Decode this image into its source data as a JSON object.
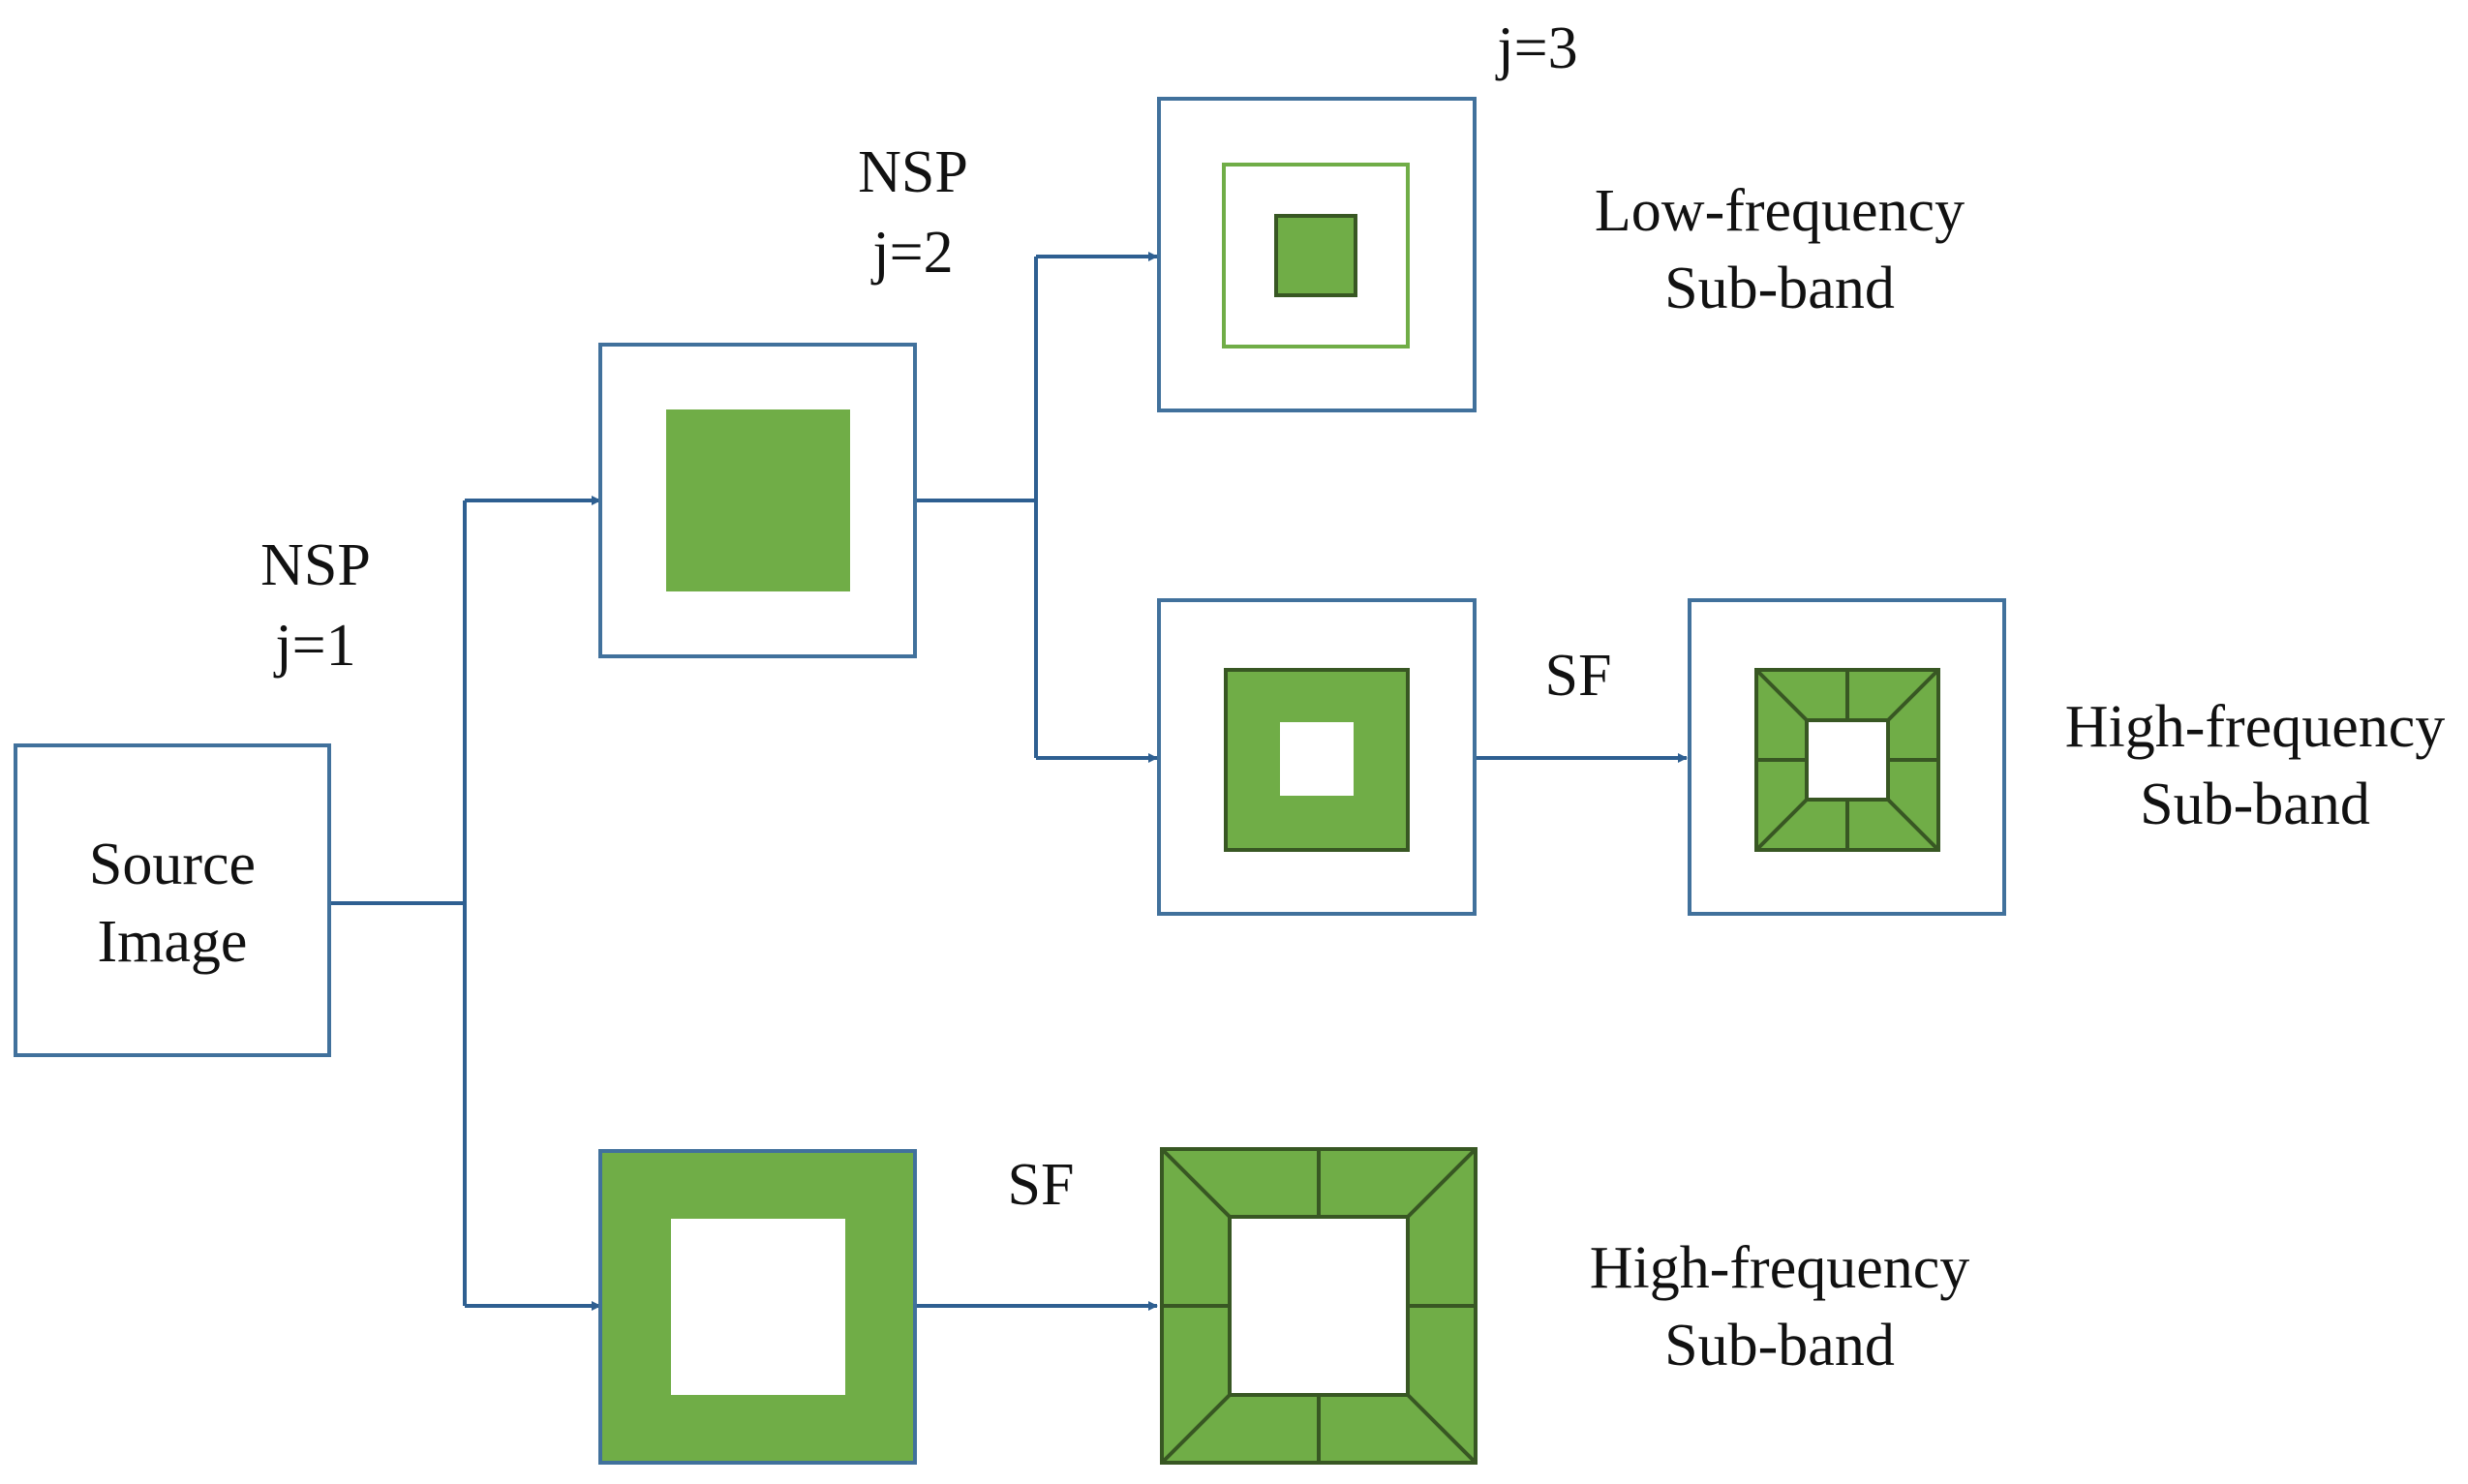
{
  "colors": {
    "box_border": "#41719C",
    "connector": "#2E5F91",
    "fill_green": "#70AD47",
    "dark_green": "#385723",
    "light_green": "#70AD47",
    "white": "#FFFFFF"
  },
  "labels": {
    "source_line1": "Source",
    "source_line2": "Image",
    "nsp1_line1": "NSP",
    "nsp1_line2": "j=1",
    "nsp2_line1": "NSP",
    "nsp2_line2": "j=2",
    "j3": "j=3",
    "sf_upper": "SF",
    "sf_lower": "SF",
    "low_line1": "Low-frequency",
    "low_line2": "Sub-band",
    "high_upper_line1": "High-frequency",
    "high_upper_line2": "Sub-band",
    "high_lower_line1": "High-frequency",
    "high_lower_line2": "Sub-band"
  }
}
